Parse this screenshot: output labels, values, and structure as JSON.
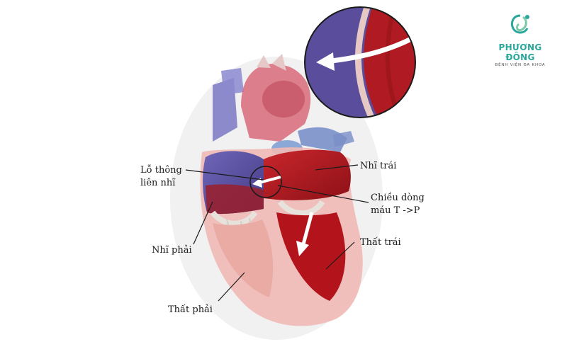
{
  "logo": {
    "name": "PHƯƠNG ĐÔNG",
    "subtitle": "BỆNH VIỆN ĐA KHOA",
    "color": "#2aa79b"
  },
  "labels": {
    "asd_line1": "Lỗ thông",
    "asd_line2": "liên nhĩ",
    "left_atrium": "Nhĩ trái",
    "flow_line1": "Chiều dòng",
    "flow_line2": "máu T ->P",
    "right_atrium": "Nhĩ phải",
    "left_ventricle": "Thất trái",
    "right_ventricle": "Thất phải"
  },
  "colors": {
    "oxygenated": "#b01a22",
    "deoxygenated": "#5a4e9c",
    "muscle": "#efb9b5"
  }
}
